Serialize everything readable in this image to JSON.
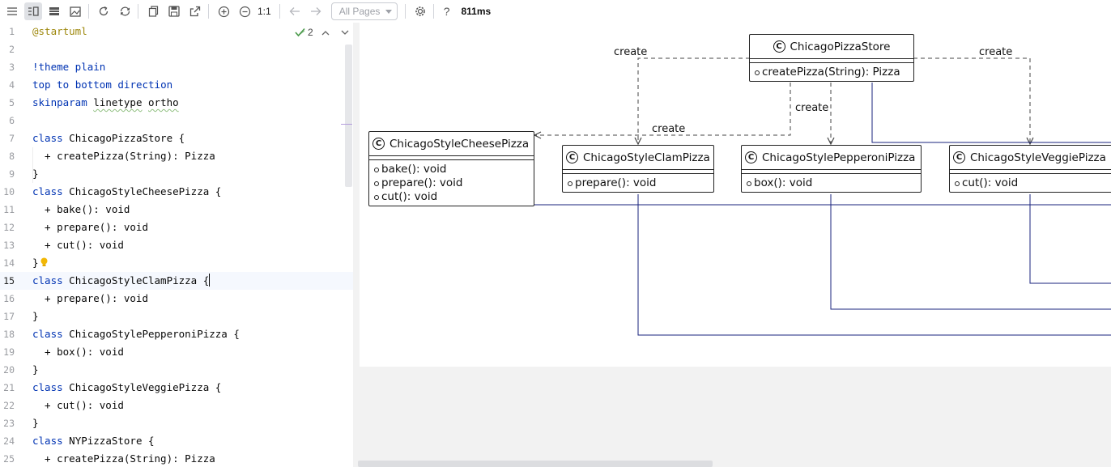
{
  "toolbar": {
    "zoom_reset_label": "1:1",
    "pages_select": "All Pages",
    "help_label": "?",
    "render_time": "811ms"
  },
  "editor": {
    "inspection_count": "2",
    "current_line": 15,
    "lines": [
      "@startuml",
      "",
      "!theme plain",
      "top to bottom direction",
      "skinparam linetype ortho",
      "",
      "class ChicagoPizzaStore {",
      "  + createPizza(String): Pizza",
      "}",
      "class ChicagoStyleCheesePizza {",
      "  + bake(): void",
      "  + prepare(): void",
      "  + cut(): void",
      "}",
      "class ChicagoStyleClamPizza {",
      "  + prepare(): void",
      "}",
      "class ChicagoStylePepperoniPizza {",
      "  + box(): void",
      "}",
      "class ChicagoStyleVeggiePizza {",
      "  + cut(): void",
      "}",
      "class NYPizzaStore {",
      "  + createPizza(String): Pizza"
    ]
  },
  "diagram": {
    "class_badge": "C",
    "edge_label": "create",
    "classes": {
      "store": {
        "name": "ChicagoPizzaStore",
        "methods": [
          "createPizza(String): Pizza"
        ]
      },
      "cheese": {
        "name": "ChicagoStyleCheesePizza",
        "methods": [
          "bake(): void",
          "prepare(): void",
          "cut(): void"
        ]
      },
      "clam": {
        "name": "ChicagoStyleClamPizza",
        "methods": [
          "prepare(): void"
        ]
      },
      "pepperoni": {
        "name": "ChicagoStylePepperoniPizza",
        "methods": [
          "box(): void"
        ]
      },
      "veggie": {
        "name": "ChicagoStyleVeggiePizza",
        "methods": [
          "cut(): void"
        ]
      }
    }
  },
  "colors": {
    "keyword": "#0033b3",
    "annotation": "#9e880d",
    "inspection_ok": "#4a9a4a",
    "relation_line": "#1a237e"
  }
}
